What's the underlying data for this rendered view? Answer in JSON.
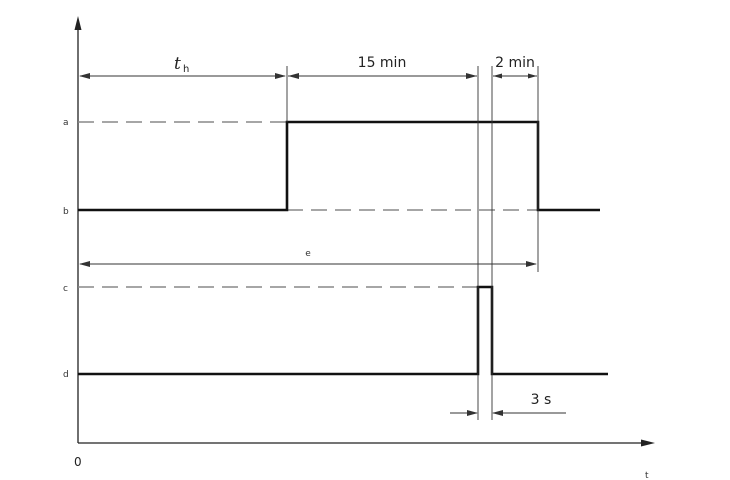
{
  "levels": {
    "a": "a",
    "b": "b",
    "c": "c",
    "d": "d"
  },
  "dimensions": {
    "th_symbol": "t",
    "th_subscript": "h",
    "fifteen_min": "15 min",
    "two_min": "2 min",
    "e": "e",
    "three_s": "3 s"
  },
  "axes": {
    "origin": "0",
    "time": "t"
  },
  "colors": {
    "signal": "#111111",
    "dashed": "#888888"
  }
}
